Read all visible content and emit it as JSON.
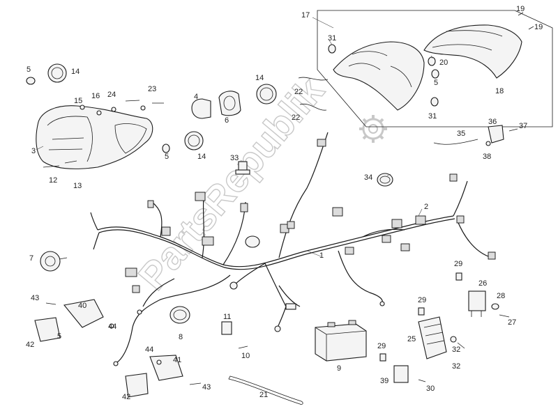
{
  "watermark": "PartsRepublik",
  "callouts": [
    "1",
    "2",
    "3",
    "4",
    "5",
    "5",
    "5",
    "5",
    "6",
    "7",
    "8",
    "9",
    "10",
    "11",
    "12",
    "13",
    "14",
    "14",
    "14",
    "15",
    "16",
    "17",
    "18",
    "19",
    "19",
    "20",
    "21",
    "22",
    "22",
    "23",
    "24",
    "25",
    "26",
    "27",
    "28",
    "29",
    "29",
    "29",
    "30",
    "31",
    "31",
    "32",
    "32",
    "33",
    "34",
    "35",
    "36",
    "37",
    "38",
    "39",
    "40",
    "41",
    "42",
    "42",
    "43",
    "43",
    "44",
    "44"
  ]
}
